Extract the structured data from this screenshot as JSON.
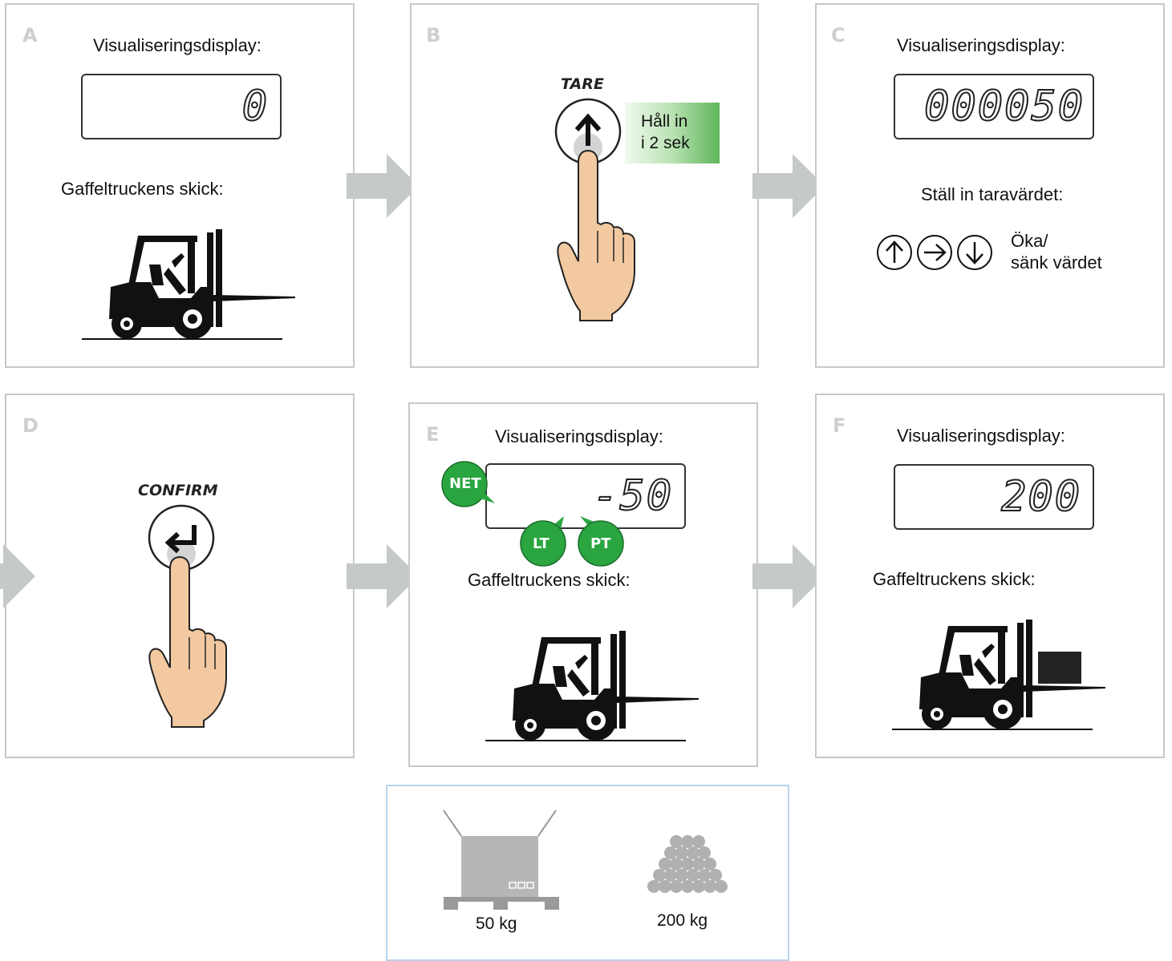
{
  "panels": {
    "a": {
      "label": "A",
      "display_title": "Visualiseringsdisplay:",
      "display_value": "0",
      "state_title": "Gaffeltruckens skick:"
    },
    "b": {
      "label": "B",
      "button_label": "TARE",
      "hold_note": [
        "Håll in",
        "i 2 sek"
      ]
    },
    "c": {
      "label": "C",
      "display_title": "Visualiseringsdisplay:",
      "display_value": "000050",
      "instruction": "Ställ in taravärdet:",
      "adjust_note": [
        "Öka/",
        "sänk värdet"
      ]
    },
    "d": {
      "label": "D",
      "button_label": "CONFIRM"
    },
    "e": {
      "label": "E",
      "display_title": "Visualiseringsdisplay:",
      "display_value": "-50",
      "state_title": "Gaffeltruckens skick:",
      "indicators": [
        "NET",
        "LT",
        "PT"
      ]
    },
    "f": {
      "label": "F",
      "display_title": "Visualiseringsdisplay:",
      "display_value": "200",
      "state_title": "Gaffeltruckens skick:"
    }
  },
  "legend": {
    "pallet_weight": "50 kg",
    "load_weight": "200 kg"
  },
  "colors": {
    "indicator_green": "#2aa540",
    "arrow_gray": "#c5c9c9",
    "panel_border": "#c8c8c8",
    "finger_skin": "#f2c9a1"
  },
  "icons": [
    "forklift-icon",
    "hand-pointer-icon",
    "arrow-up-icon",
    "arrow-right-icon",
    "arrow-down-icon",
    "enter-icon",
    "pallet-box-icon",
    "stacked-cylinders-icon"
  ]
}
